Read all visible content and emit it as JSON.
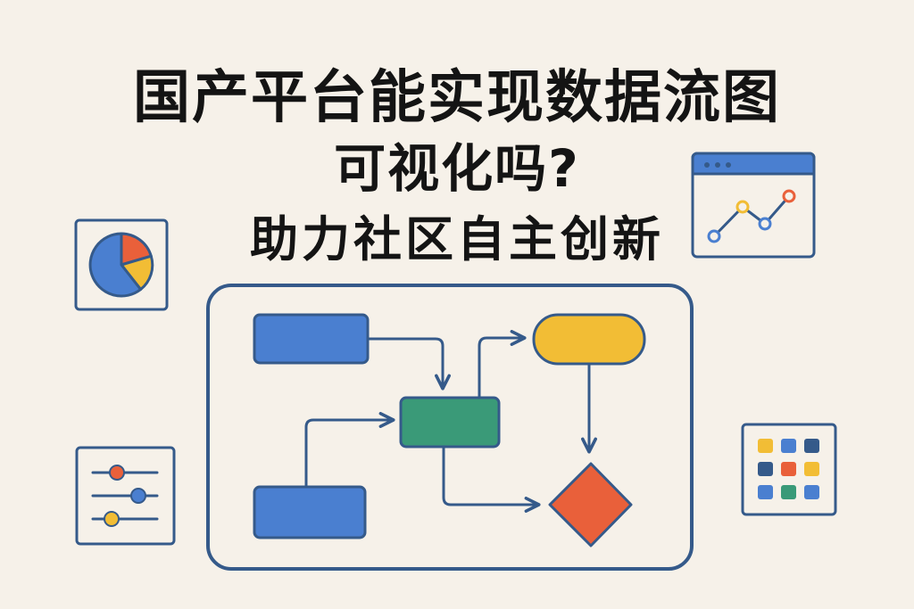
{
  "title": {
    "line1": "国产平台能实现数据流图",
    "line2": "可视化吗?",
    "subtitle": "助力社区自主创新"
  },
  "icons": [
    "pie-chart-icon",
    "line-chart-window-icon",
    "slider-controls-icon",
    "color-grid-icon"
  ],
  "colors": {
    "background": "#f6f1e9",
    "outline": "#355a8a",
    "blue": "#4a7fd0",
    "green": "#3a9a78",
    "yellow": "#f2bd35",
    "red": "#e9603a",
    "text": "#141414"
  },
  "diagram": {
    "nodes": [
      {
        "id": "input-a",
        "shape": "rectangle",
        "color": "blue"
      },
      {
        "id": "input-b",
        "shape": "rectangle",
        "color": "blue"
      },
      {
        "id": "process",
        "shape": "rectangle",
        "color": "green"
      },
      {
        "id": "terminal",
        "shape": "rounded-pill",
        "color": "yellow"
      },
      {
        "id": "decision",
        "shape": "diamond",
        "color": "red"
      }
    ],
    "edges": [
      {
        "from": "input-a",
        "to": "process"
      },
      {
        "from": "input-b",
        "to": "process"
      },
      {
        "from": "process",
        "to": "terminal"
      },
      {
        "from": "terminal",
        "to": "decision"
      },
      {
        "from": "process",
        "to": "decision"
      }
    ]
  }
}
